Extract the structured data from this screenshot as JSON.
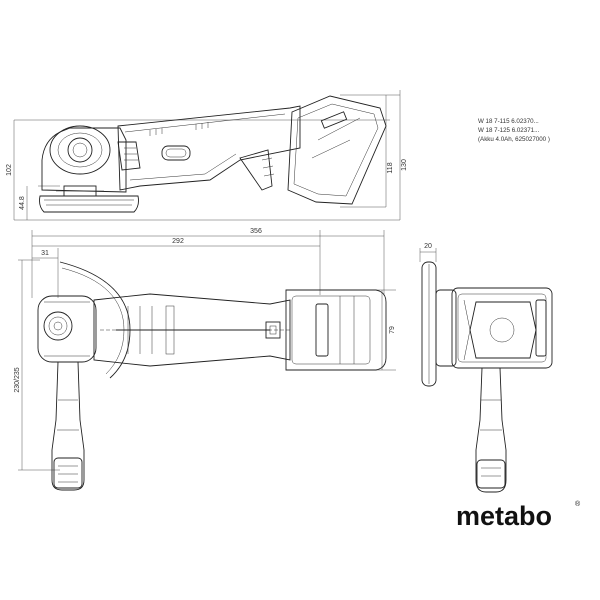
{
  "specs": {
    "line1": "W 18 7-115   6.02370...",
    "line2": "W 18 7-125   6.02371...",
    "line3": "(Akku 4.0Ah, 625027000 )"
  },
  "dimensions": {
    "d102": "102",
    "d44_8": "44.8",
    "d118": "118",
    "d130": "130",
    "d292": "292",
    "d356": "356",
    "d31": "31",
    "d79": "79",
    "d230_235": "230/235",
    "d20": "20"
  },
  "brand": {
    "logo": "metabo",
    "registered": "®"
  },
  "colors": {
    "line": "#222222",
    "background": "#ffffff"
  }
}
